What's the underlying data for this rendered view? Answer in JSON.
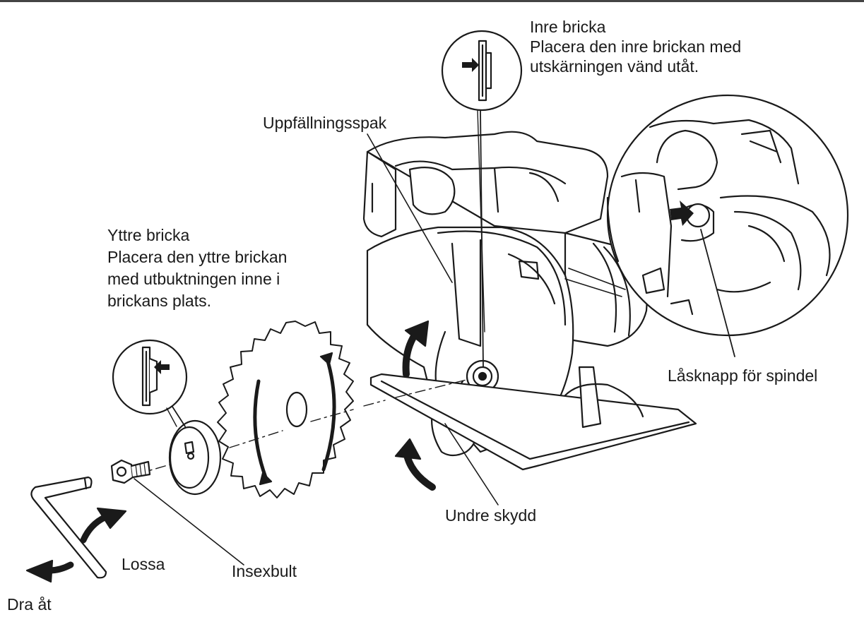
{
  "labels": {
    "inner_washer_title": "Inre bricka",
    "inner_washer_line1": "Placera den inre brickan med",
    "inner_washer_line2": "utskärningen vänd utåt.",
    "raise_lever": "Uppfällningsspak",
    "outer_washer_title": "Yttre bricka",
    "outer_washer_line1": "Placera den yttre brickan",
    "outer_washer_line2": "med utbuktningen inne i",
    "outer_washer_line3": "brickans plats.",
    "spindle_lock": "Låsknapp för spindel",
    "lower_guard": "Undre skydd",
    "hex_bolt": "Insexbult",
    "loosen": "Lossa",
    "tighten": "Dra åt"
  },
  "colors": {
    "line": "#1a1a1a",
    "shade": "#8a8a8a",
    "background": "#ffffff"
  },
  "icons": [
    "arrow-icon",
    "hex-wrench-icon",
    "saw-blade-icon"
  ]
}
